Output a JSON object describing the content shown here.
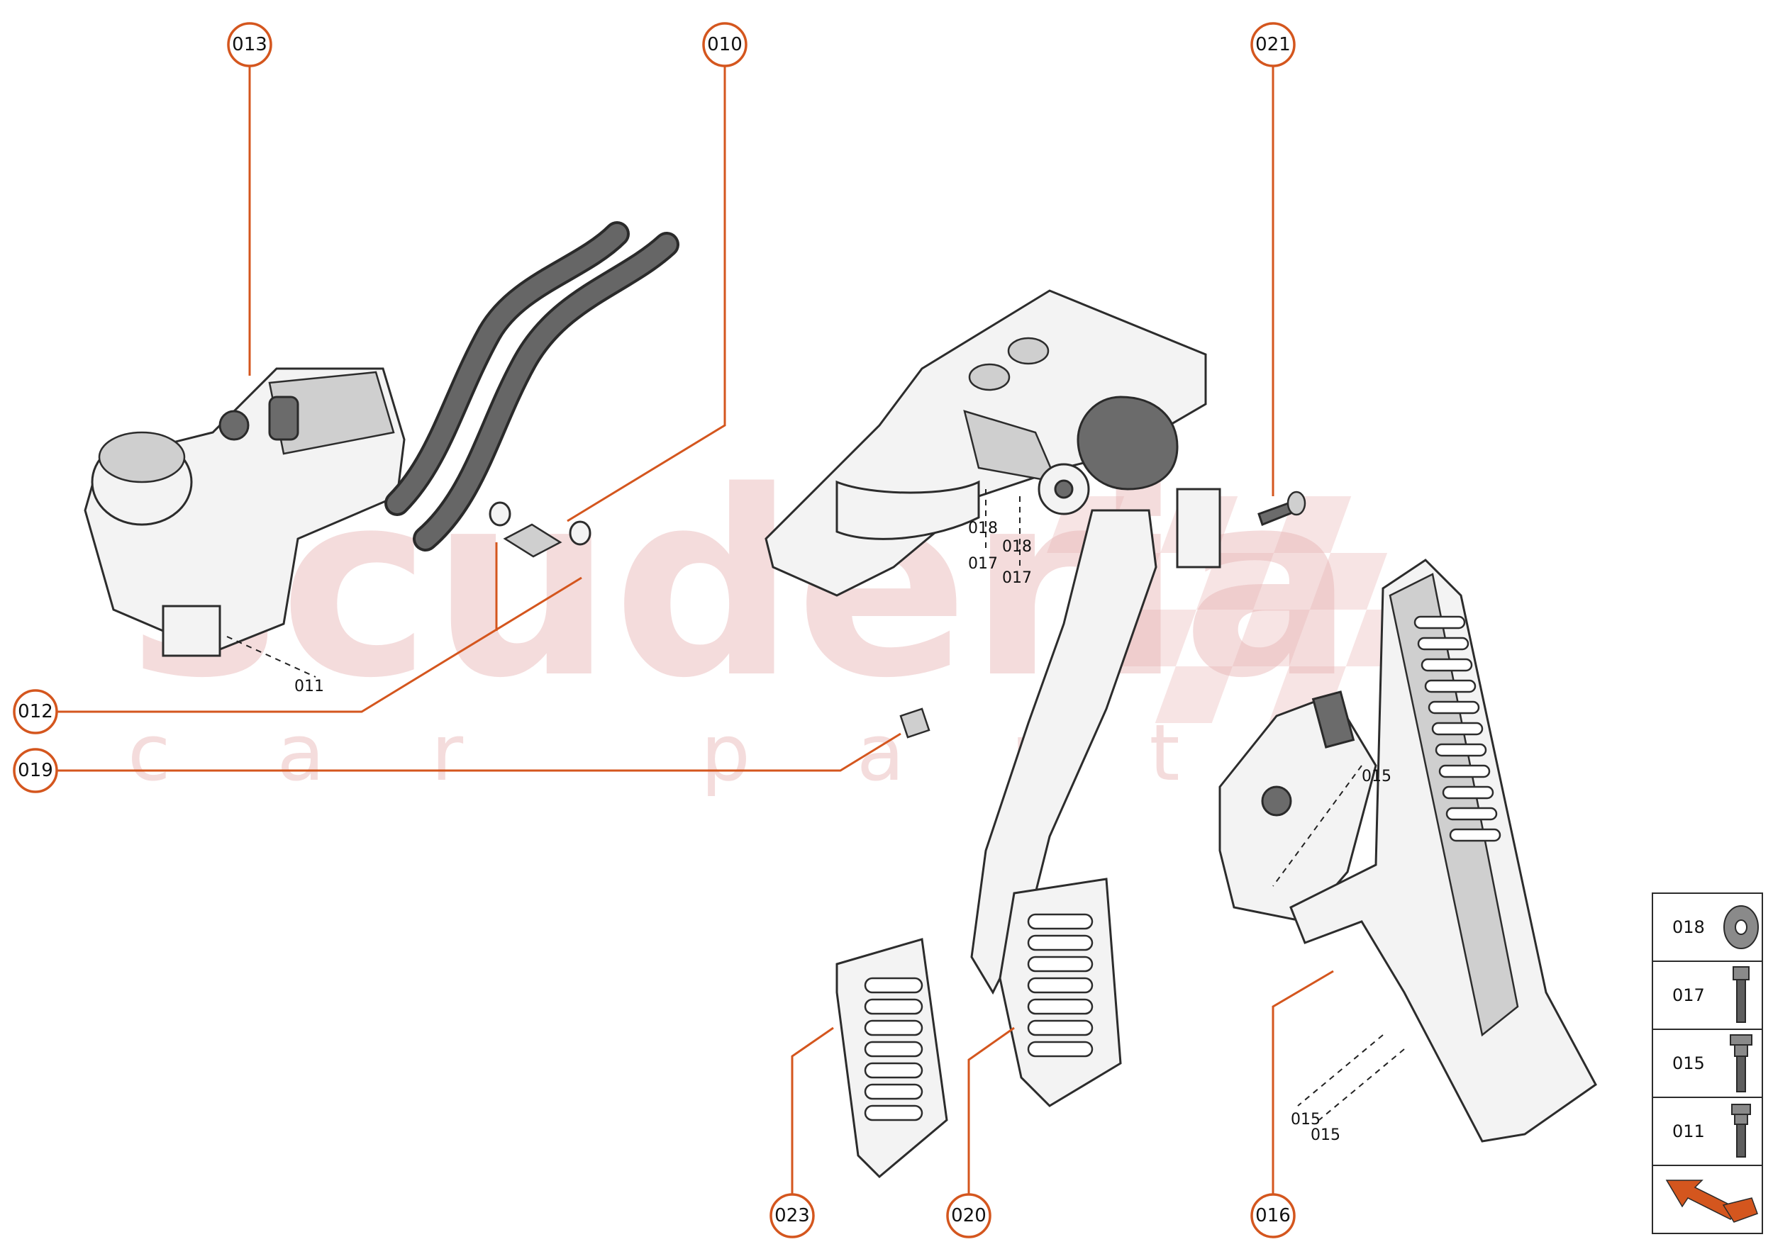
{
  "watermark": {
    "brand": "scuderia",
    "sub": "car parts"
  },
  "callouts": [
    {
      "id": "013"
    },
    {
      "id": "010"
    },
    {
      "id": "021"
    },
    {
      "id": "012"
    },
    {
      "id": "019"
    },
    {
      "id": "023"
    },
    {
      "id": "020"
    },
    {
      "id": "016"
    }
  ],
  "labels": {
    "l011": "011",
    "l018a": "018",
    "l017a": "017",
    "l018b": "018",
    "l017b": "017",
    "l015a": "015",
    "l015b": "015",
    "l015c": "015"
  },
  "legend": [
    {
      "code": "018",
      "icon": "washer-icon"
    },
    {
      "code": "017",
      "icon": "long-bolt-icon"
    },
    {
      "code": "015",
      "icon": "flange-bolt-icon"
    },
    {
      "code": "011",
      "icon": "short-bolt-icon"
    },
    {
      "code": "",
      "icon": "direction-arrow-icon"
    }
  ],
  "colors": {
    "accent": "#d4561e",
    "watermark": "#e7b3b3"
  }
}
